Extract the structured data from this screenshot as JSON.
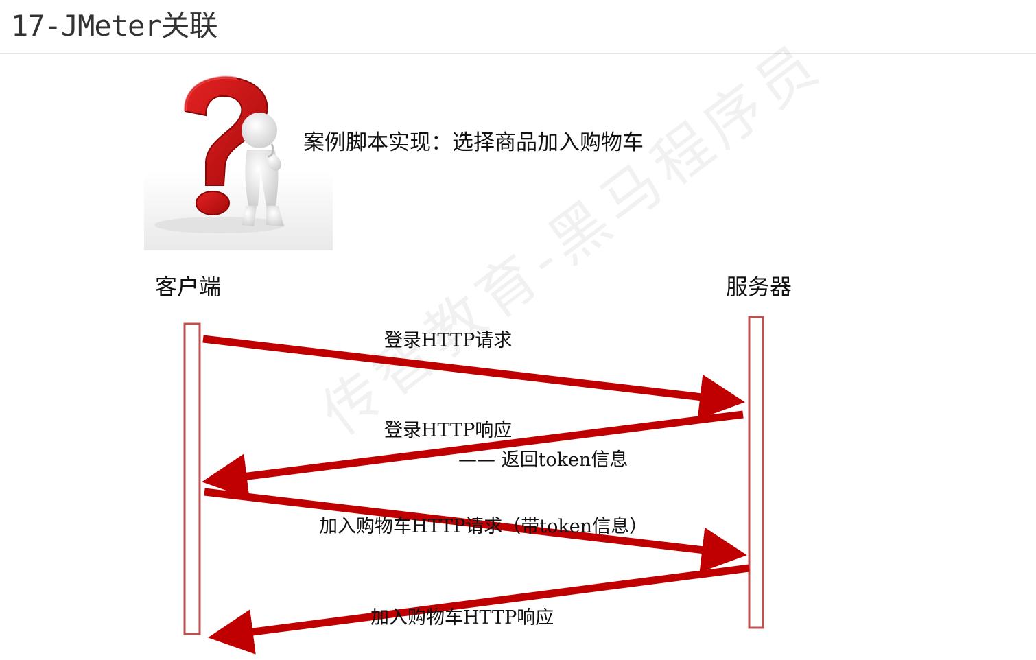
{
  "page": {
    "title": "17-JMeter关联"
  },
  "case": {
    "description": "案例脚本实现：选择商品加入购物车"
  },
  "actors": {
    "client": "客户端",
    "server": "服务器"
  },
  "messages": [
    {
      "label": "登录HTTP请求"
    },
    {
      "label": "登录HTTP响应",
      "note": "——  返回token信息"
    },
    {
      "label": "加入购物车HTTP请求（带token信息）"
    },
    {
      "label": "加入购物车HTTP响应"
    }
  ],
  "watermark": "传智教育-黑马程序员",
  "colors": {
    "arrow": "#c00000",
    "lifeline_border": "#c0504d",
    "question_mark": "#d01010"
  },
  "icons": {
    "figure": "thinking-person-question-mark-icon"
  }
}
